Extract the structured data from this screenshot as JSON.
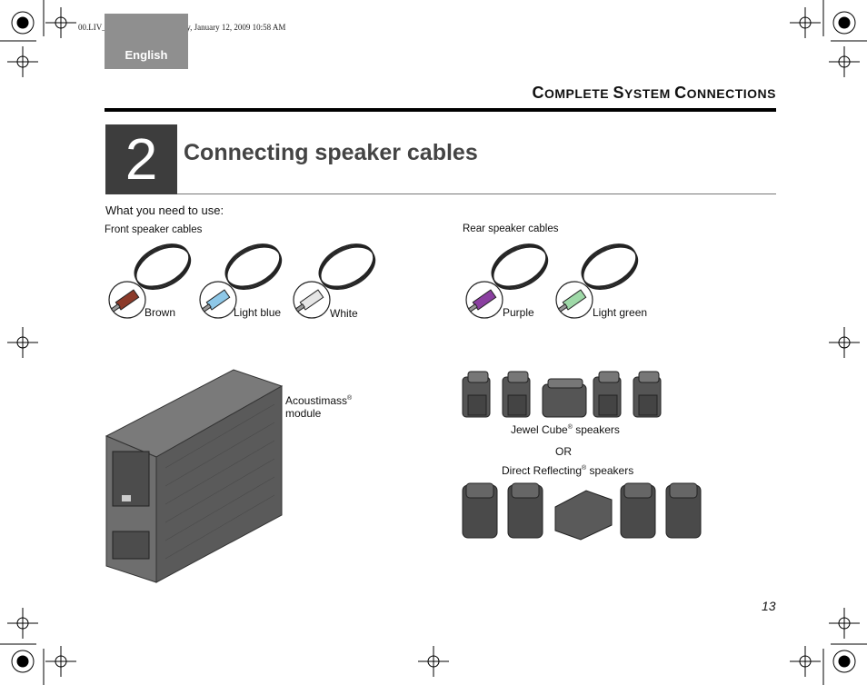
{
  "slug": "00.LIV_IG.book  Page 13  Monday, January 12, 2009  10:58 AM",
  "language_tab": "English",
  "section_title": {
    "first_big": "C",
    "first_rest": "OMPLETE ",
    "second_big": "S",
    "second_rest": "YSTEM ",
    "third_big": "C",
    "third_rest": "ONNECTIONS"
  },
  "step_number": "2",
  "heading": "Connecting speaker cables",
  "intro": "What you need to use:",
  "front_cables": {
    "label": "Front speaker cables",
    "items": [
      {
        "label": "Brown",
        "color": "#8b3a2a"
      },
      {
        "label": "Light blue",
        "color": "#8ec8e8"
      },
      {
        "label": "White",
        "color": "#e6e6e6"
      }
    ]
  },
  "rear_cables": {
    "label": "Rear speaker cables",
    "items": [
      {
        "label": "Purple",
        "color": "#8a3fa0"
      },
      {
        "label": "Light green",
        "color": "#9fd9a8"
      }
    ]
  },
  "module": {
    "label_main": "Acoustimass",
    "reg": "®",
    "label_sub": "module"
  },
  "jewel": {
    "label_main": "Jewel Cube",
    "reg": "®",
    "label_rest": " speakers"
  },
  "or_text": "OR",
  "direct": {
    "label_main": "Direct Reflecting",
    "reg": "®",
    "label_rest": " speakers"
  },
  "page_number": "13"
}
